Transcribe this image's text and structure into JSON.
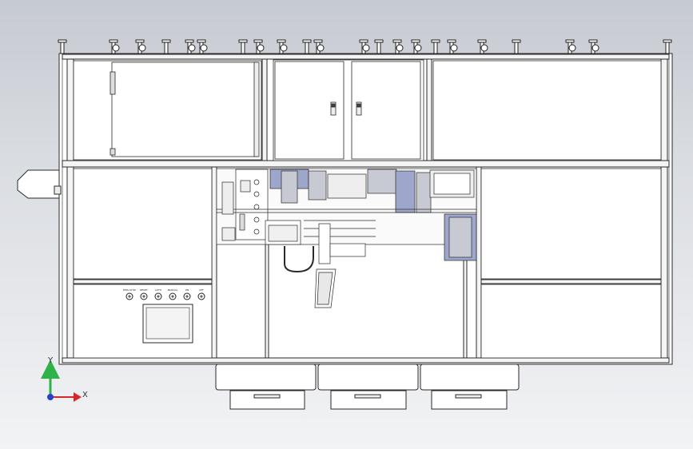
{
  "view": {
    "background_top": "#c6cad1",
    "background_bottom": "#f2f3f5",
    "line_color": "#2a2a2a",
    "panel_fill": "#ffffff",
    "accent_blue": "#9ea6cc",
    "accent_grey": "#c8cad3"
  },
  "triad": {
    "y_label": "Y",
    "x_label": "X",
    "y_color": "#2fb24a",
    "x_color": "#d62828",
    "origin_color": "#2740d0"
  },
  "control_panel": {
    "buttons": [
      "EMG-STOP",
      "RESET",
      "AUTO",
      "MANUAL",
      "ON",
      "OFF"
    ],
    "screen_icon": "touch-screen-hmi"
  },
  "icons": {
    "door_handle": "door-handle-icon",
    "caster": "caster-wheel-icon",
    "leveling_foot": "leveling-foot-icon"
  }
}
